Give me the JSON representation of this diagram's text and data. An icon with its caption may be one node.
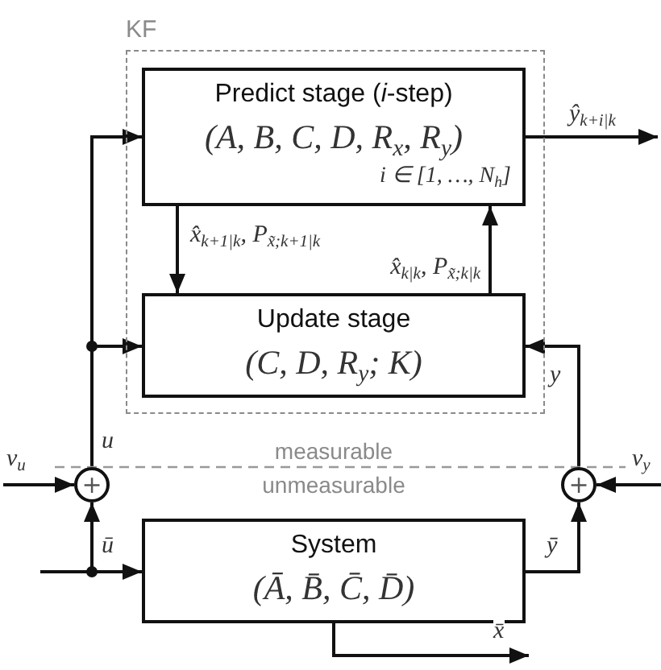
{
  "diagram": {
    "nodes": [
      {
        "text": [
          "KF"
        ]
      },
      {
        "text": [
          "Predict stage (*i*-step)",
          "(A, B, C, D, R$_{x}$, R$_{y}$)",
          "i ∈ [1, …, N$_{h}$]"
        ],
        "in": 0
      },
      {
        "text": [
          "Update stage",
          "(C, D, R$_{y}$; K)"
        ],
        "in": 0
      },
      {
        "text": [
          "+"
        ]
      },
      {
        "text": [
          "+"
        ]
      },
      {
        "text": [
          "System",
          "(Ā, B̄, C̄, D̄)"
        ]
      }
    ],
    "edges": [
      {
        "from": 1,
        "to": 2,
        "arrow": "to",
        "label": "x̂$_{k+1|k}$, P$_{x̃;k+1|k}$"
      },
      {
        "from": 2,
        "to": 1,
        "arrow": "to",
        "label": "x̂$_{k|k}$, P$_{x̃;k|k}$"
      },
      {
        "from": 1,
        "to": null,
        "arrow": "to",
        "label": "ŷ$_{k+i|k}$"
      },
      {
        "from": 3,
        "to": 1,
        "arrow": "to",
        "label": "u"
      },
      {
        "from": 3,
        "to": 2,
        "arrow": "to"
      },
      {
        "from": 4,
        "to": 2,
        "arrow": "to",
        "label": "y"
      },
      {
        "from": null,
        "to": 3,
        "arrow": "to",
        "label": "v$_{u}$"
      },
      {
        "from": null,
        "to": 4,
        "arrow": "to",
        "label": "v$_{y}$"
      },
      {
        "from": null,
        "to": 5,
        "arrow": "to"
      },
      {
        "from": null,
        "to": 3,
        "arrow": "to",
        "label": "ū"
      },
      {
        "from": 5,
        "to": 4,
        "arrow": "to",
        "label": "ȳ"
      },
      {
        "from": 5,
        "to": null,
        "arrow": "to",
        "label": "x̄"
      }
    ],
    "labels": [
      "measurable",
      "unmeasurable"
    ]
  }
}
